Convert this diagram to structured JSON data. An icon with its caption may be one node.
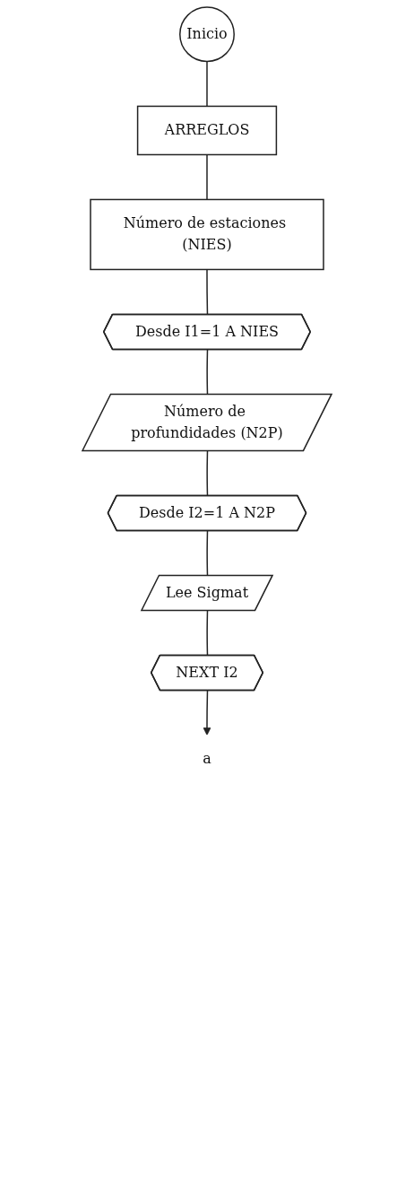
{
  "diagram": {
    "nodes": [
      {
        "text": [
          "Inicio"
        ]
      },
      {
        "text": [
          "ARREGLOS"
        ]
      },
      {
        "text": [
          "Número de estaciones (NIES)"
        ]
      },
      {
        "text": [
          "Desde I1=1 A NIES"
        ]
      },
      {
        "text": [
          "Número de profundidades (N2P)"
        ]
      },
      {
        "text": [
          "Desde I2=1 A N2P"
        ]
      },
      {
        "text": [
          "Lee Sigmat"
        ]
      },
      {
        "text": [
          "NEXT I2"
        ]
      },
      {
        "text": [
          "a"
        ]
      }
    ],
    "edges": [
      {
        "from": 0,
        "to": 1,
        "arrow": "none"
      },
      {
        "from": 1,
        "to": 2,
        "arrow": "none"
      },
      {
        "from": 2,
        "to": 3,
        "arrow": "none"
      },
      {
        "from": 3,
        "to": 4,
        "arrow": "none"
      },
      {
        "from": 4,
        "to": 5,
        "arrow": "none"
      },
      {
        "from": 5,
        "to": 6,
        "arrow": "none"
      },
      {
        "from": 6,
        "to": 7,
        "arrow": "none"
      },
      {
        "from": 7,
        "to": 8,
        "arrow": "to"
      }
    ]
  }
}
